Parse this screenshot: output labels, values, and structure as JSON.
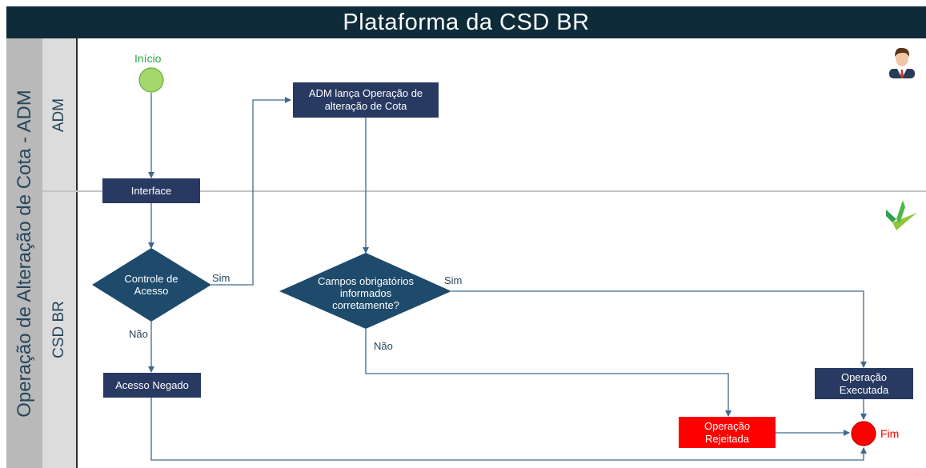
{
  "title": "Plataforma da CSD BR",
  "pool": {
    "label": "Operação de Alteração de Cota - ADM"
  },
  "lanes": {
    "adm": "ADM",
    "csd": "CSD BR"
  },
  "nodes": {
    "start": "Início",
    "interface": "Interface",
    "adm_lanca": "ADM lança Operação de alteração de Cota",
    "controle": "Controle de Acesso",
    "campos": "Campos obrigatórios informados corretamente?",
    "acesso_negado": "Acesso Negado",
    "executada": "Operação Executada",
    "rejeitada": "Operação Rejeitada",
    "end": "Fim"
  },
  "edges": {
    "controle_sim": "Sim",
    "controle_nao": "Não",
    "campos_sim": "Sim",
    "campos_nao": "Não"
  },
  "colors": {
    "title_bg": "#0e2b3a",
    "node": "#283a62",
    "decision": "#1e4a6b",
    "reject": "#ff0000",
    "start": "#a3d86b",
    "end": "#ff0000",
    "connector": "#3d6a8e"
  },
  "icons": {
    "user": "user-avatar-icon",
    "logo": "csd-checkmark-logo-icon"
  }
}
